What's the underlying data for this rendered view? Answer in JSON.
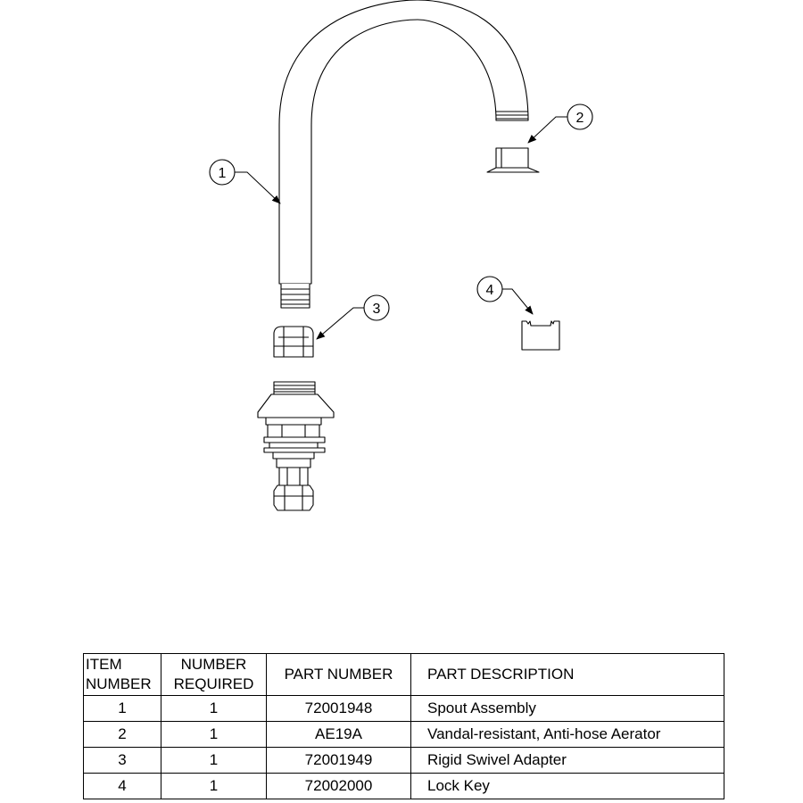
{
  "callouts": [
    "1",
    "2",
    "3",
    "4"
  ],
  "table": {
    "headers": {
      "item": [
        "ITEM",
        "NUMBER"
      ],
      "required": [
        "NUMBER",
        "REQUIRED"
      ],
      "part_number": "PART NUMBER",
      "description": "PART DESCRIPTION"
    },
    "rows": [
      {
        "item": "1",
        "required": "1",
        "part_number": "72001948",
        "description": "Spout Assembly"
      },
      {
        "item": "2",
        "required": "1",
        "part_number": "AE19A",
        "description": "Vandal-resistant, Anti-hose Aerator"
      },
      {
        "item": "3",
        "required": "1",
        "part_number": "72001949",
        "description": "Rigid Swivel Adapter"
      },
      {
        "item": "4",
        "required": "1",
        "part_number": "72002000",
        "description": "Lock Key"
      }
    ]
  }
}
